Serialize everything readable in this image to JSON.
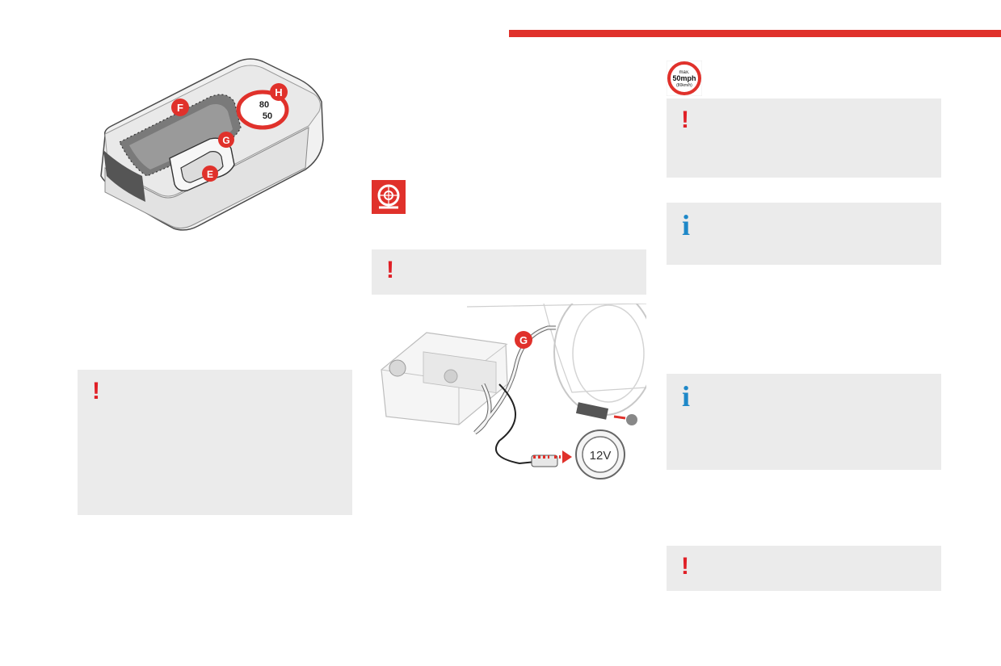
{
  "kit_illustration": {
    "callout_e": "E",
    "callout_f": "F",
    "callout_g": "G",
    "callout_h": "H",
    "speed_high": "80",
    "speed_low": "50"
  },
  "connection_illustration": {
    "callout_g": "G",
    "socket_label": "12V"
  },
  "speed_sign": {
    "line1": "max.",
    "line2": "50mph",
    "line3": "(80km/h)"
  },
  "icons": {
    "warning": "!",
    "info": "i"
  },
  "colors": {
    "accent": "#e0312b",
    "warning": "#e01f26",
    "info": "#1e88c8",
    "note_background": "#ebebeb"
  }
}
